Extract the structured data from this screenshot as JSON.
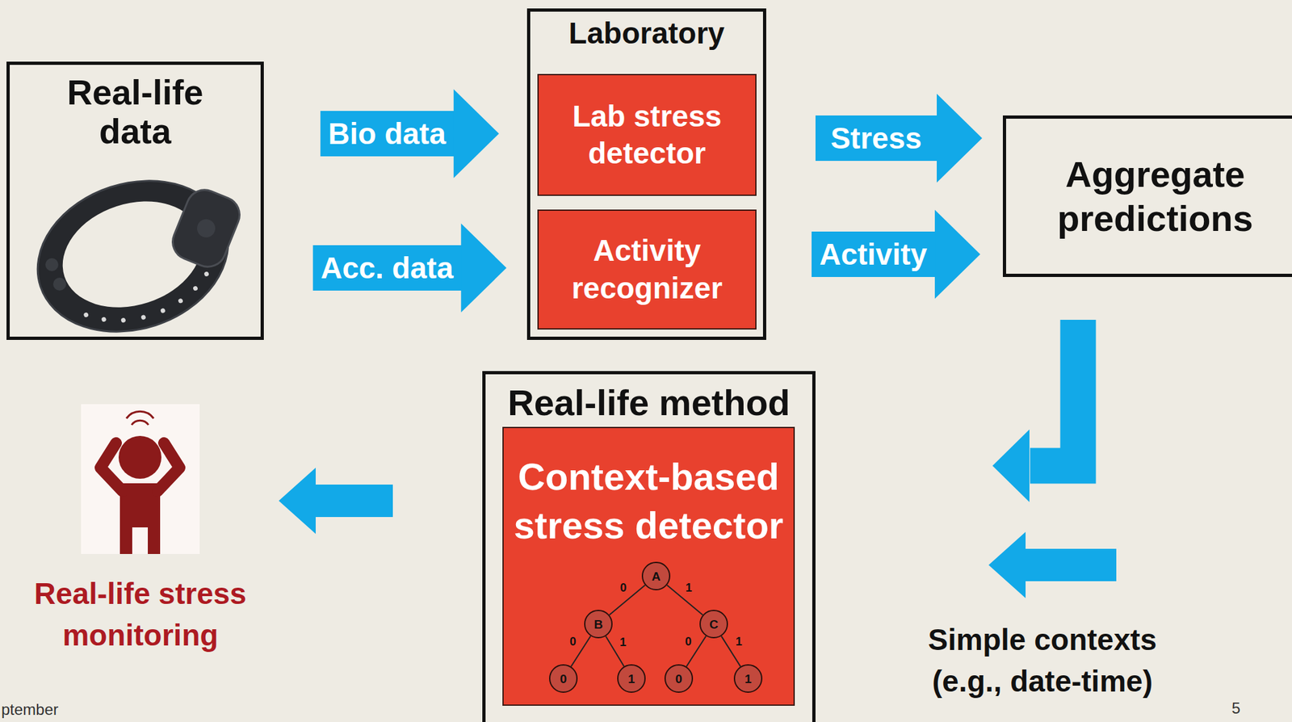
{
  "diagram": {
    "nodes": [
      {
        "text": [
          "Real-life data"
        ]
      },
      {
        "text": [
          "Laboratory"
        ]
      },
      {
        "text": [
          "Lab stress detector"
        ],
        "in": 1
      },
      {
        "text": [
          "Activity recognizer"
        ],
        "in": 1
      },
      {
        "text": [
          "Aggregate predictions"
        ]
      },
      {
        "text": [
          "Real-life method"
        ]
      },
      {
        "text": [
          "Context-based stress detector"
        ],
        "in": 5
      },
      {
        "text": [
          "A"
        ],
        "in": 6
      },
      {
        "text": [
          "B"
        ],
        "in": 6
      },
      {
        "text": [
          "C"
        ],
        "in": 6
      },
      {
        "text": [
          "0"
        ],
        "in": 6
      },
      {
        "text": [
          "1"
        ],
        "in": 6
      },
      {
        "text": [
          "0"
        ],
        "in": 6
      },
      {
        "text": [
          "1"
        ],
        "in": 6
      },
      {
        "text": [
          "Real-life stress monitoring"
        ]
      }
    ],
    "edges": [
      {
        "from": 0,
        "to": 2,
        "label": "Bio data",
        "arrow": "to"
      },
      {
        "from": 0,
        "to": 3,
        "label": "Acc. data",
        "arrow": "to"
      },
      {
        "from": 2,
        "to": 4,
        "label": "Stress",
        "arrow": "to"
      },
      {
        "from": 3,
        "to": 4,
        "label": "Activity",
        "arrow": "to"
      },
      {
        "from": 4,
        "to": 5,
        "arrow": "to"
      },
      {
        "from": 5,
        "to": 14,
        "arrow": "to"
      },
      {
        "from": 7,
        "to": 8,
        "label": "0",
        "arrow": "none"
      },
      {
        "from": 7,
        "to": 9,
        "label": "1",
        "arrow": "none"
      },
      {
        "from": 8,
        "to": 10,
        "label": "0",
        "arrow": "none"
      },
      {
        "from": 8,
        "to": 11,
        "label": "1",
        "arrow": "none"
      },
      {
        "from": 9,
        "to": 12,
        "label": "0",
        "arrow": "none"
      },
      {
        "from": 9,
        "to": 13,
        "label": "1",
        "arrow": "none"
      }
    ],
    "labels": [
      "Simple contexts (e.g., date-time)",
      "ptember",
      "5"
    ]
  }
}
